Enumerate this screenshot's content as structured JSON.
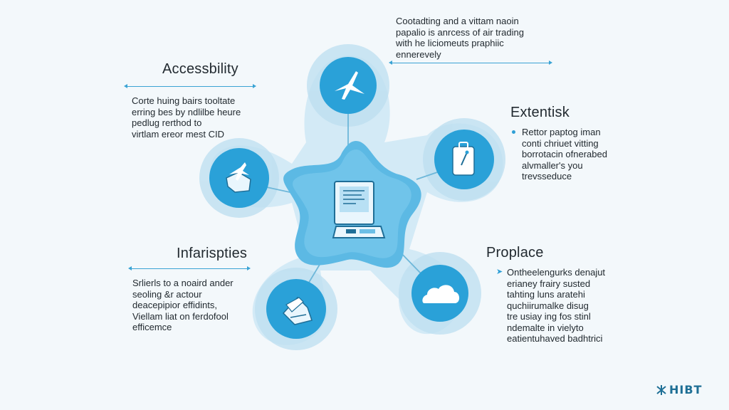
{
  "top_note": {
    "lines": [
      "Cootadting and a vittam naoin",
      "papalio is anrcess of air trading",
      "with he liciomeuts praphiic",
      "ennerevely"
    ]
  },
  "blocks": {
    "accessibility": {
      "title": "Accessbility",
      "lines": [
        "Corte huing bairs tooltate",
        "erring bes by ndlilbe heure",
        "pedlug rerthod to",
        "virtlam ereor mest CID"
      ]
    },
    "extentisk": {
      "title": "Extentisk",
      "lines": [
        "Rettor paptog iman",
        "conti chriuet vitting",
        "borrotacin ofnerabed",
        "alvmaller's you",
        "trevsseduce"
      ]
    },
    "infarispties": {
      "title": "Infarispties",
      "lines": [
        "Srlierls to a noaird ander",
        "seoling &r actour",
        "deacepipior effidints,",
        "Viellam liat on ferdofool",
        "efficemce"
      ]
    },
    "proplace": {
      "title": "Proplace",
      "lines": [
        "Ontheelengurks denajut",
        "erianey frairy susted",
        "tahting luns aratehi",
        "quchiirumalke disug",
        "tre usiay ing fos stinl",
        "ndemalte in vielyto",
        "eatientuhaved badhtrici"
      ]
    }
  },
  "hub": {
    "center_icon": "computer-terminal-icon",
    "nodes": [
      {
        "id": "top",
        "icon": "airplane-icon"
      },
      {
        "id": "left",
        "icon": "plane-map-icon"
      },
      {
        "id": "right",
        "icon": "luggage-icon"
      },
      {
        "id": "bottom-left",
        "icon": "travel-kit-icon"
      },
      {
        "id": "bottom-right",
        "icon": "cloud-icon"
      }
    ]
  },
  "colors": {
    "accent": "#2e9fd6",
    "node_fill": "#2aa1d8",
    "halo": "#c9e6f4",
    "center_fill": "#6cc0e6"
  },
  "brand": {
    "logo_icon": "hibt-logo-icon",
    "name": "HIBT"
  }
}
